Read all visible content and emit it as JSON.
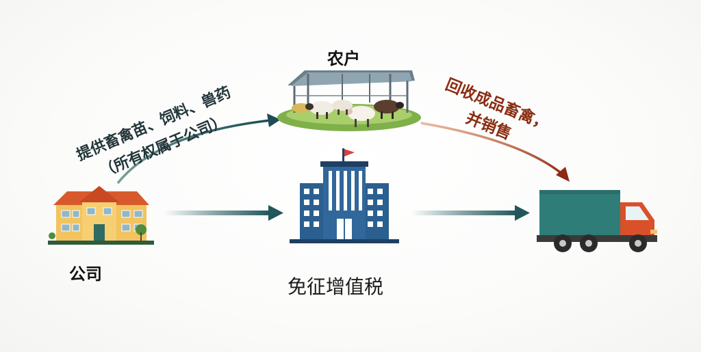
{
  "nodes": {
    "farmer": "农户",
    "company": "公司",
    "tax_exemption": "免征增值税"
  },
  "notes": {
    "supply": [
      "提供畜禽苗、饲料、兽药",
      "（所有权属于公司）"
    ],
    "recycle": [
      "回收成品畜禽，",
      "并销售"
    ]
  },
  "colors": {
    "arrow_teal": "#21575a",
    "arrow_red": "#8e2a12",
    "building_blue": "#2b5f8f",
    "truck_cargo": "#2f7d78",
    "truck_cab": "#d9502b"
  },
  "icons": [
    "farm-shed-icon",
    "company-house-icon",
    "office-building-icon",
    "delivery-truck-icon"
  ]
}
